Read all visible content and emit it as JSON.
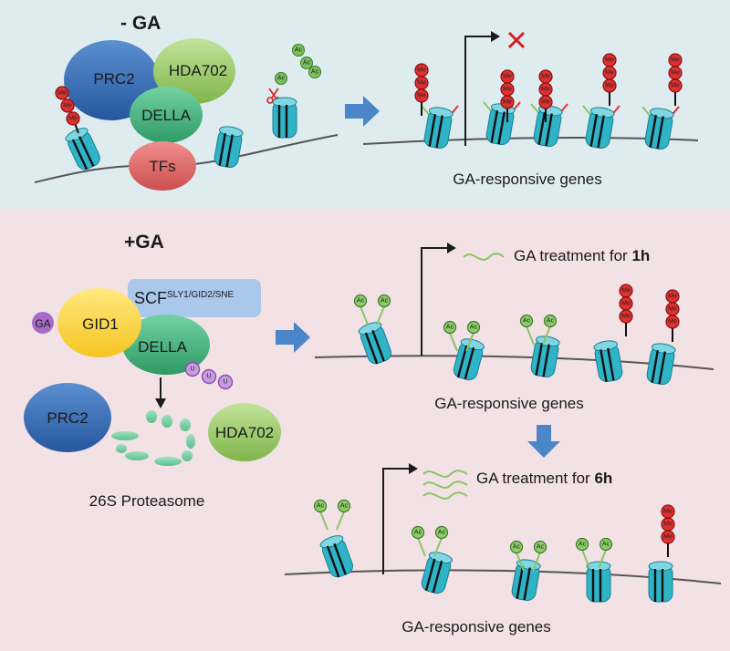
{
  "minus_ga": {
    "title": "- GA",
    "complex": {
      "prc2": "PRC2",
      "hda702": "HDA702",
      "della": "DELLA",
      "tfs": "TFs"
    },
    "genes_label": "GA-responsive genes"
  },
  "plus_ga": {
    "title": "+GA",
    "ga_molecule": "GA",
    "gid1": "GID1",
    "scf": {
      "base": "SCF",
      "superscript": "SLY1/GID2/SNE"
    },
    "della": "DELLA",
    "ubiquitin": "U",
    "prc2": "PRC2",
    "hda702": "HDA702",
    "proteasome": "26S Proteasome",
    "treatment_1h": {
      "prefix": "GA treatment  for  ",
      "bold": "1h"
    },
    "treatment_6h": {
      "prefix": "GA treatment  for  ",
      "bold": "6h"
    },
    "genes_label_1h": "GA-responsive genes",
    "genes_label_6h": "GA-responsive genes"
  },
  "marks": {
    "methyl": "Me",
    "acetyl": "Ac"
  },
  "colors": {
    "top_bg": "#deecf0",
    "bottom_bg": "#f2e1e5",
    "nucleosome": "#2fb3c7",
    "methyl": "#e03131",
    "acetyl": "#7cc05a",
    "arrow_blue": "#4a86c8",
    "prc2": "#3a6fb6",
    "hda702": "#9ccb64",
    "della": "#4db883",
    "tfs": "#e06c6c",
    "gid1": "#ffd33d",
    "scf": "#a9c8ec",
    "ubiquitin": "#a86cc8",
    "ga": "#a86cc8"
  }
}
